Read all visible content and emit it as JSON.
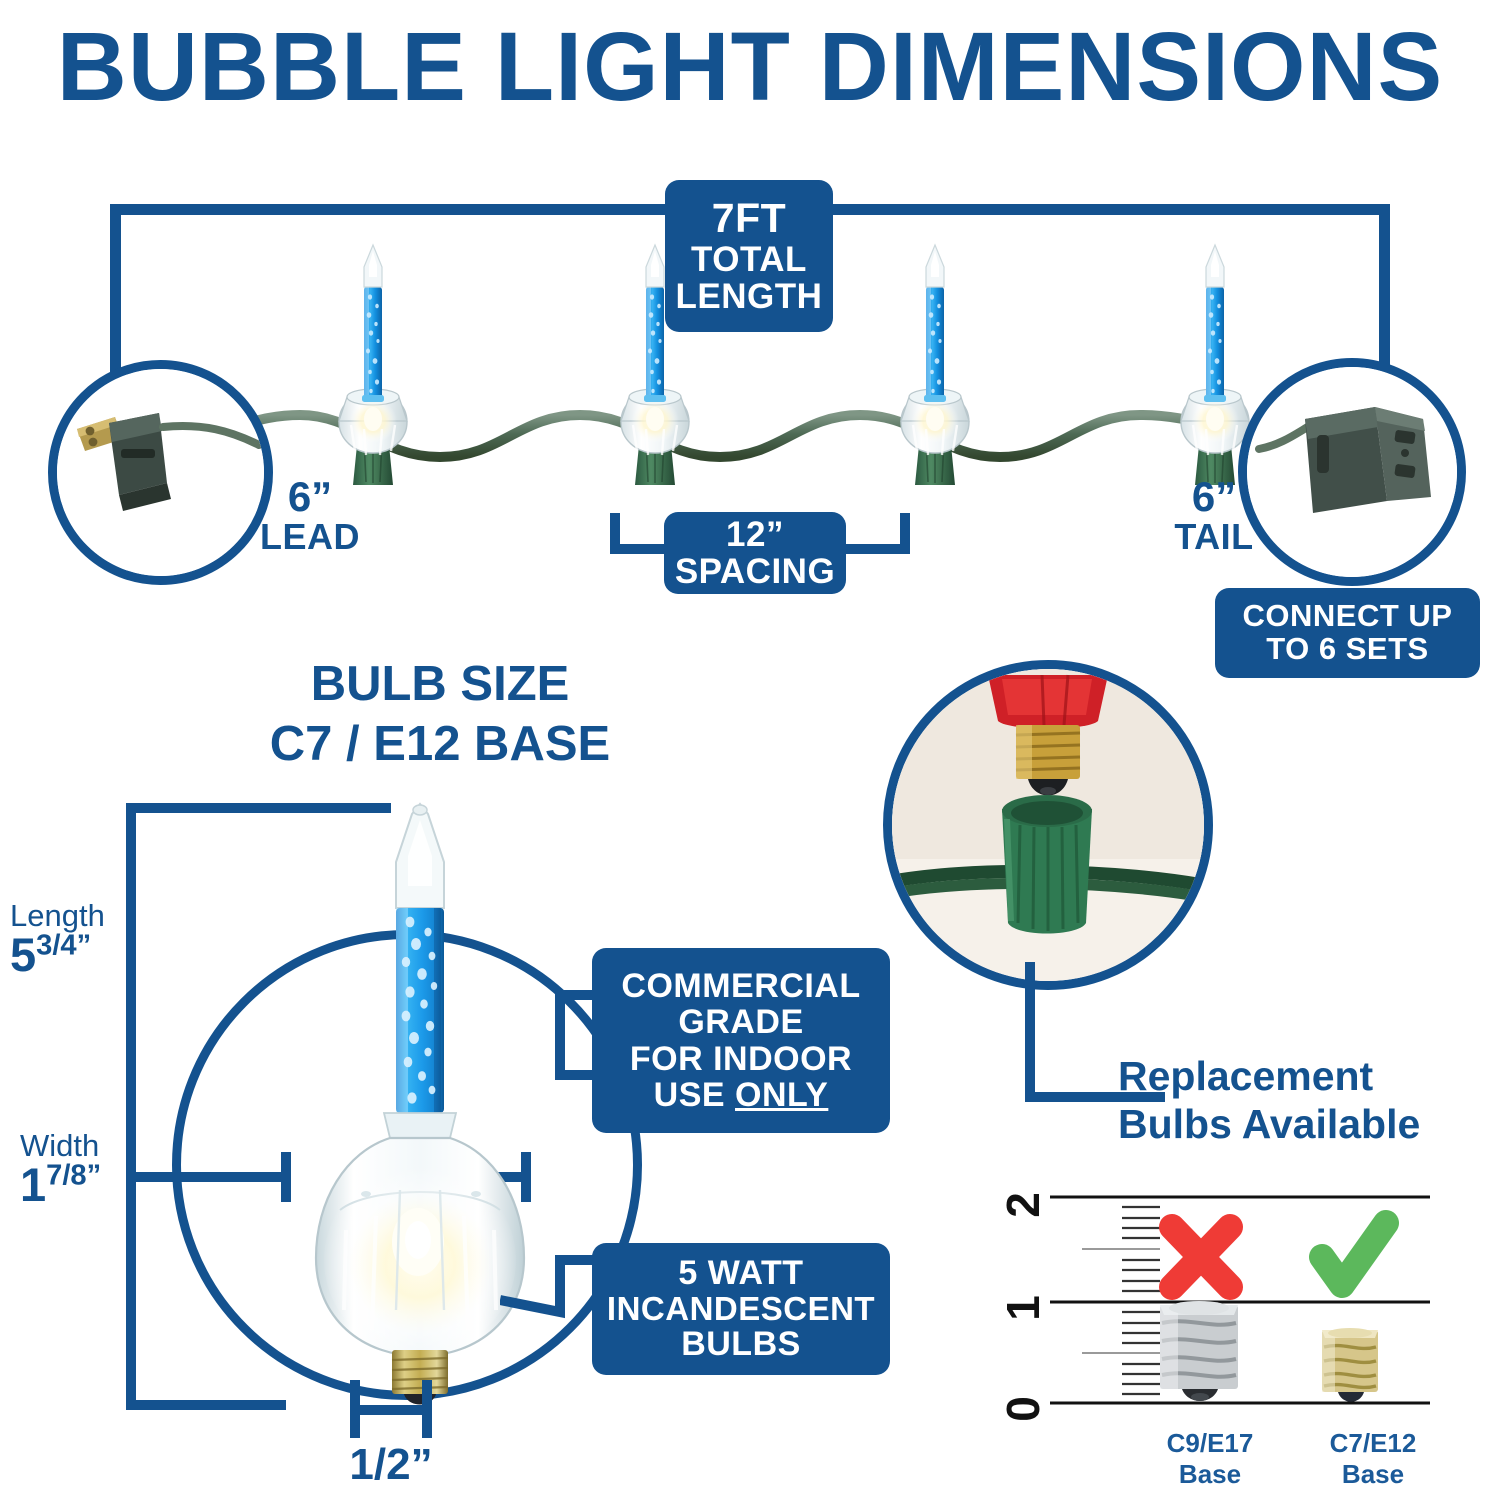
{
  "title": "BUBBLE LIGHT DIMENSIONS",
  "theme": {
    "brand_blue": "#14528f",
    "white": "#ffffff",
    "bulb_liquid_blue": "#189ae8",
    "wire_green": "#4f6b55",
    "socket_green": "#2f7a52",
    "check_green": "#5cb85c",
    "cross_red": "#ef3b36",
    "brass": "#c8a43a"
  },
  "string": {
    "total_length_badge": {
      "line1": "7FT",
      "line2": "TOTAL",
      "line3": "LENGTH"
    },
    "spacing_badge": {
      "line1": "12”",
      "line2": "SPACING"
    },
    "lead_label": {
      "value": "6”",
      "name": "LEAD"
    },
    "tail_label": {
      "value": "6”",
      "name": "TAIL"
    },
    "connect_badge": {
      "line1": "CONNECT UP",
      "line2": "TO 6 SETS"
    },
    "bulb_count": 4
  },
  "bulb_section": {
    "heading_line1": "BULB SIZE",
    "heading_line2": "C7  /  E12 BASE",
    "length_label": "Length",
    "length_value_whole": "5",
    "length_value_frac": "3/4”",
    "width_label": "Width",
    "width_value_whole": "1",
    "width_value_frac": "7/8”",
    "base_width_value": "1/2”",
    "commercial_badge": {
      "line1": "COMMERCIAL",
      "line2": "GRADE",
      "line3": "FOR INDOOR",
      "line4_prefix": "USE ",
      "line4_underlined": "ONLY"
    },
    "watt_badge": {
      "line1": "5 WATT",
      "line2": "INCANDESCENT",
      "line3": "BULBS"
    }
  },
  "replacement": {
    "heading_line1": "Replacement",
    "heading_line2": "Bulbs Available"
  },
  "comparison": {
    "ruler_ticks": [
      "2",
      "1",
      "0"
    ],
    "bad": {
      "mark": "cross",
      "caption_line1": "C9/E17",
      "caption_line2": "Base"
    },
    "good": {
      "mark": "check",
      "caption_line1": "C7/E12",
      "caption_line2": "Base"
    }
  }
}
